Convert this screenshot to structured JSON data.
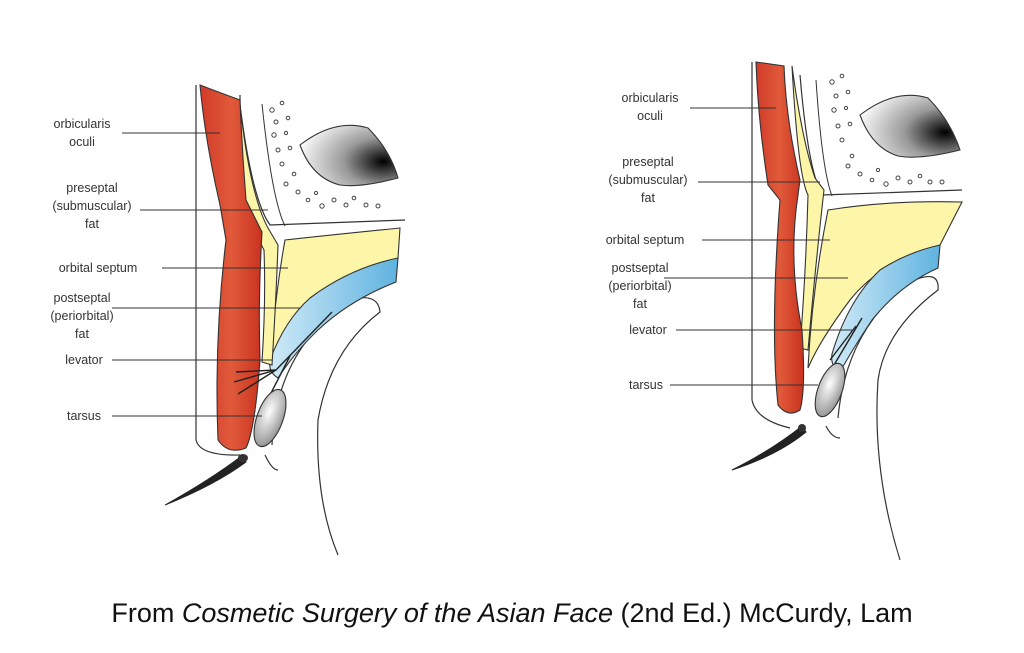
{
  "left_labels": {
    "orbicularis_1": "orbicularis",
    "orbicularis_2": "oculi",
    "preseptal_1": "preseptal",
    "preseptal_2": "(submuscular)",
    "preseptal_3": "fat",
    "septum": "orbital septum",
    "postseptal_1": "postseptal",
    "postseptal_2": "(periorbital)",
    "postseptal_3": "fat",
    "levator": "levator",
    "tarsus": "tarsus"
  },
  "right_labels": {
    "orbicularis_1": "orbicularis",
    "orbicularis_2": "oculi",
    "preseptal_1": "preseptal",
    "preseptal_2": "(submuscular)",
    "preseptal_3": "fat",
    "septum": "orbital septum",
    "postseptal_1": "postseptal",
    "postseptal_2": "(periorbital)",
    "postseptal_3": "fat",
    "levator": "levator",
    "tarsus": "tarsus"
  },
  "caption": {
    "prefix": "From ",
    "title": "Cosmetic Surgery of the Asian Face",
    "suffix": " (2nd Ed.) McCurdy, Lam"
  },
  "colors": {
    "muscle": "#d94a32",
    "fat": "#fdf6a8",
    "levator": "#7fc4e6",
    "tarsus": "#9a9a9a"
  }
}
